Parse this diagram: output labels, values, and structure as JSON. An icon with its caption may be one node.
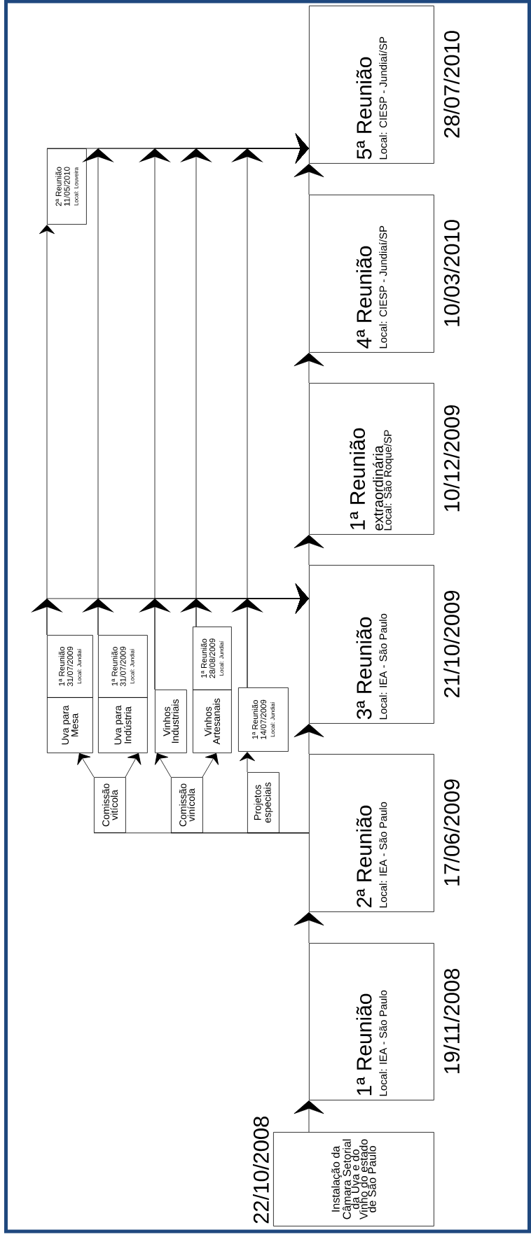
{
  "diagram": {
    "nodes": [
      {
        "text": [
          "Instalação da Câmara Setorial da Uva e do Vinho do estado de São Paulo"
        ],
        "beside": [
          "22/10/2008"
        ]
      },
      {
        "text": [
          "1ª Reunião",
          "Local: IEA - São Paulo"
        ],
        "beside": [
          "19/11/2008"
        ]
      },
      {
        "text": [
          "2ª Reunião",
          "Local: IEA - São Paulo"
        ],
        "beside": [
          "17/06/2009"
        ]
      },
      {
        "text": [
          "3ª Reunião",
          "Local: IEA - São Paulo"
        ],
        "beside": [
          "21/10/2009"
        ]
      },
      {
        "text": [
          "1ª Reunião",
          "extraordinária",
          "Local: São Roque/SP"
        ],
        "beside": [
          "10/12/2009"
        ]
      },
      {
        "text": [
          "4ª Reunião",
          "Local: CIESP - Jundiaí/SP"
        ],
        "beside": [
          "10/03/2010"
        ]
      },
      {
        "text": [
          "5ª Reunião",
          "Local: CIESP - Jundiaí/SP"
        ],
        "beside": [
          "28/07/2010"
        ]
      },
      {
        "text": [
          "Comissão vitícola"
        ]
      },
      {
        "text": [
          "Comissão vinícola"
        ]
      },
      {
        "text": [
          "Projetos especiais"
        ]
      },
      {
        "text": [
          "Uva para Mesa"
        ]
      },
      {
        "text": [
          "1ª Reunião",
          "31/07/2009",
          "Local: Jundiaí"
        ]
      },
      {
        "text": [
          "Uva para Indústria"
        ]
      },
      {
        "text": [
          "1ª Reunião",
          "31/07/2009",
          "Local: Jundiaí"
        ]
      },
      {
        "text": [
          "Vinhos Industriais"
        ]
      },
      {
        "text": [
          "Vinhos Artesanais"
        ]
      },
      {
        "text": [
          "1ª Reunião",
          "28/08/2009",
          "Local: Jundiaí"
        ]
      },
      {
        "text": [
          "1ª Reunião",
          "14/07/2009",
          "Local: Jundiaí"
        ]
      },
      {
        "text": [
          "2ª Reunião",
          "11/05/2010",
          "Local: Louveira"
        ]
      }
    ],
    "edges": [
      {
        "from": 0,
        "to": 1,
        "arrow": "to"
      },
      {
        "from": 1,
        "to": 2,
        "arrow": "to"
      },
      {
        "from": 2,
        "to": 3,
        "arrow": "to"
      },
      {
        "from": 3,
        "to": 4,
        "arrow": "to"
      },
      {
        "from": 4,
        "to": 5,
        "arrow": "to"
      },
      {
        "from": 5,
        "to": 6,
        "arrow": "to"
      },
      {
        "from": 2,
        "to": 7,
        "arrow": "none"
      },
      {
        "from": 2,
        "to": 8,
        "arrow": "none"
      },
      {
        "from": 2,
        "to": 9,
        "arrow": "none"
      },
      {
        "from": 7,
        "to": 10,
        "arrow": "to"
      },
      {
        "from": 7,
        "to": 12,
        "arrow": "to"
      },
      {
        "from": 8,
        "to": 14,
        "arrow": "to"
      },
      {
        "from": 8,
        "to": 15,
        "arrow": "to"
      },
      {
        "from": 9,
        "to": 17,
        "arrow": "to"
      },
      {
        "from": 11,
        "to": 3,
        "arrow": "to"
      },
      {
        "from": 13,
        "to": 3,
        "arrow": "to"
      },
      {
        "from": 14,
        "to": 3,
        "arrow": "to"
      },
      {
        "from": 16,
        "to": 3,
        "arrow": "to"
      },
      {
        "from": 17,
        "to": 3,
        "arrow": "to"
      },
      {
        "from": 11,
        "to": 18,
        "arrow": "to"
      },
      {
        "from": 18,
        "to": 6,
        "arrow": "to"
      },
      {
        "from": 13,
        "to": 6,
        "arrow": "to"
      },
      {
        "from": 14,
        "to": 6,
        "arrow": "to"
      },
      {
        "from": 16,
        "to": 6,
        "arrow": "to"
      },
      {
        "from": 17,
        "to": 6,
        "arrow": "to"
      }
    ]
  }
}
